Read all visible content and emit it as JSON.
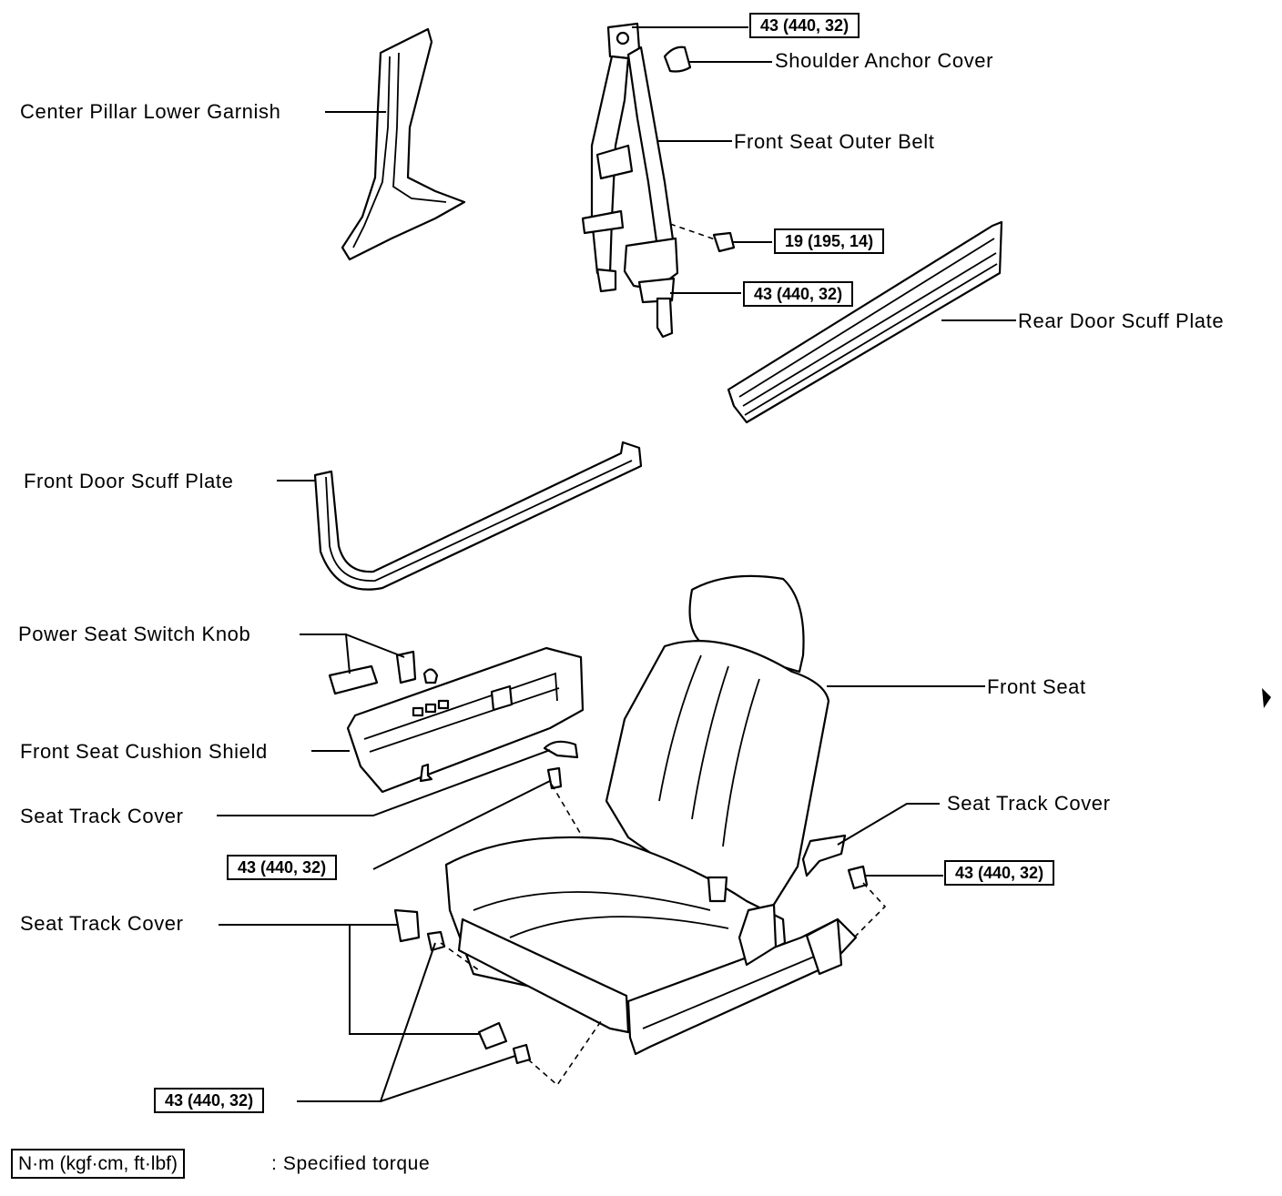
{
  "labels": {
    "center_pillar_lower_garnish": "Center Pillar Lower Garnish",
    "shoulder_anchor_cover": "Shoulder Anchor Cover",
    "front_seat_outer_belt": "Front Seat Outer Belt",
    "rear_door_scuff_plate": "Rear Door Scuff Plate",
    "front_door_scuff_plate": "Front Door Scuff Plate",
    "power_seat_switch_knob": "Power Seat Switch Knob",
    "front_seat": "Front Seat",
    "front_seat_cushion_shield": "Front Seat Cushion Shield",
    "seat_track_cover_left": "Seat Track Cover",
    "seat_track_cover_right": "Seat Track Cover",
    "seat_track_cover_lower": "Seat Track Cover"
  },
  "torques": {
    "belt_upper": "43 (440, 32)",
    "belt_mid": "19 (195, 14)",
    "belt_lower": "43 (440, 32)",
    "seat_front_left": "43 (440, 32)",
    "seat_right": "43 (440, 32)",
    "seat_bottom": "43 (440, 32)"
  },
  "legend": {
    "unit": "N·m (kgf·cm, ft·lbf)",
    "description": ":  Specified torque"
  }
}
